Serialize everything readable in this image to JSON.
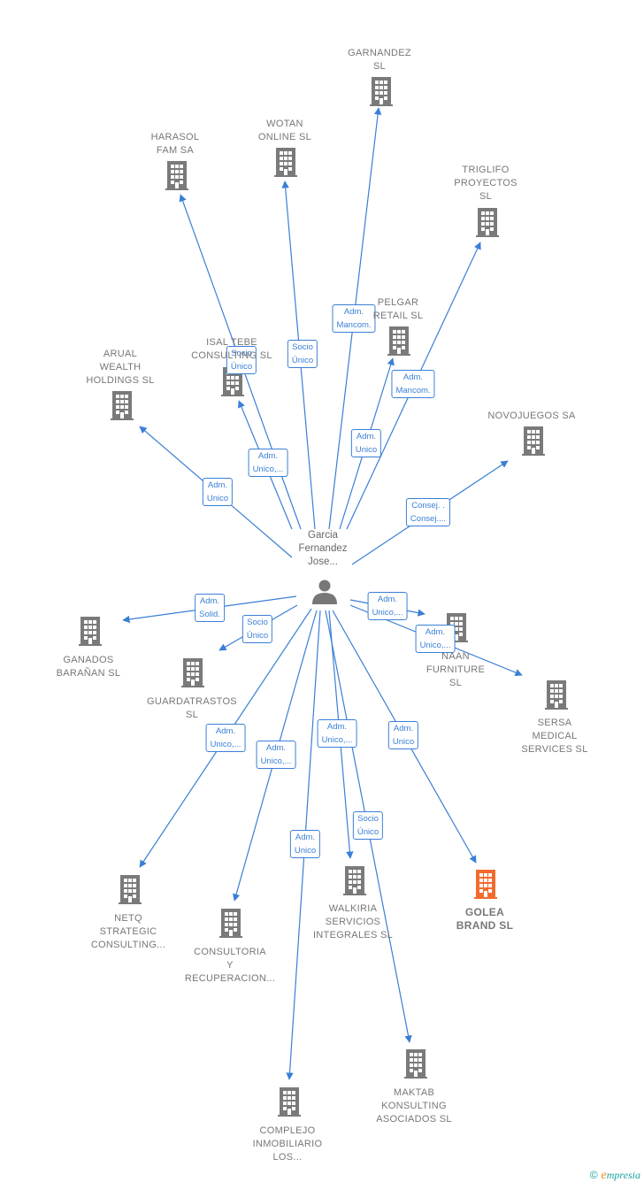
{
  "colors": {
    "edge": "#3a7fd5",
    "node": "#7a7a7a",
    "highlight": "#f26b2e",
    "label": "#777777"
  },
  "center": {
    "label": "Garcia\nFernandez\nJose...",
    "icon": "person-icon"
  },
  "nodes": [
    {
      "id": "garnandez",
      "label": "GARNANDEZ\nSL",
      "icon": "building-icon"
    },
    {
      "id": "wotan",
      "label": "WOTAN\nONLINE  SL",
      "icon": "building-icon"
    },
    {
      "id": "harasol",
      "label": "HARASOL\nFAM SA",
      "icon": "building-icon"
    },
    {
      "id": "triglifo",
      "label": "TRIGLIFO\nPROYECTOS\nSL",
      "icon": "building-icon"
    },
    {
      "id": "pelgar",
      "label": "PELGAR\nRETAIL  SL",
      "icon": "building-icon"
    },
    {
      "id": "isal",
      "label": "ISAL TEBE\nCONSULTING SL",
      "icon": "building-icon"
    },
    {
      "id": "arual",
      "label": "ARUAL\nWEALTH\nHOLDINGS  SL",
      "icon": "building-icon"
    },
    {
      "id": "novojuegos",
      "label": "NOVOJUEGOS SA",
      "icon": "building-icon"
    },
    {
      "id": "ganados",
      "label": "GANADOS\nBARAÑAN  SL",
      "icon": "building-icon"
    },
    {
      "id": "guardatrastos",
      "label": "GUARDATRASTOS\nSL",
      "icon": "building-icon"
    },
    {
      "id": "naan",
      "label": "NAAN\nFURNITURE\nSL",
      "icon": "building-icon"
    },
    {
      "id": "sersa",
      "label": "SERSA\nMEDICAL\nSERVICES SL",
      "icon": "building-icon"
    },
    {
      "id": "netq",
      "label": "NETQ\nSTRATEGIC\nCONSULTING...",
      "icon": "building-icon"
    },
    {
      "id": "consultoria",
      "label": "CONSULTORIA\nY\nRECUPERACION...",
      "icon": "building-icon"
    },
    {
      "id": "walkiria",
      "label": "WALKIRIA\nSERVICIOS\nINTEGRALES SL",
      "icon": "building-icon"
    },
    {
      "id": "golea",
      "label": "GOLEA\nBRAND  SL",
      "icon": "building-icon",
      "highlight": true
    },
    {
      "id": "maktab",
      "label": "MAKTAB\nKONSULTING\nASOCIADOS SL",
      "icon": "building-icon"
    },
    {
      "id": "complejo",
      "label": "COMPLEJO\nINMOBILIARIO\nLOS...",
      "icon": "building-icon"
    }
  ],
  "edges": [
    {
      "to": "garnandez",
      "label": "Adm.\nMancom."
    },
    {
      "to": "wotan",
      "label": "Socio\nÚnico"
    },
    {
      "to": "harasol",
      "label": "Socio\nÚnico"
    },
    {
      "to": "triglifo",
      "label": "Adm.\nMancom."
    },
    {
      "to": "pelgar",
      "label": "Adm.\nUnico"
    },
    {
      "to": "isal",
      "label": "Adm.\nUnico,..."
    },
    {
      "to": "arual",
      "label": "Adm.\nUnico"
    },
    {
      "to": "novojuegos",
      "label": "Consej. .\nConsej...."
    },
    {
      "to": "ganados",
      "label": "Adm.\nSolid."
    },
    {
      "to": "guardatrastos",
      "label": "Socio\nÚnico"
    },
    {
      "to": "naan",
      "label": "Adm.\nUnico,..."
    },
    {
      "to": "sersa",
      "label": "Adm.\nUnico,..."
    },
    {
      "to": "netq",
      "label": "Adm.\nUnico,..."
    },
    {
      "to": "consultoria",
      "label": "Adm.\nUnico,..."
    },
    {
      "to": "walkiria",
      "label": "Adm.\nUnico,..."
    },
    {
      "to": "golea",
      "label": "Adm.\nUnico"
    },
    {
      "to": "maktab",
      "label": "Socio\nÚnico"
    },
    {
      "to": "complejo",
      "label": "Adm.\nUnico"
    }
  ],
  "brand": {
    "copyright": "©",
    "name_initial": "e",
    "name_rest": "mpresia"
  }
}
